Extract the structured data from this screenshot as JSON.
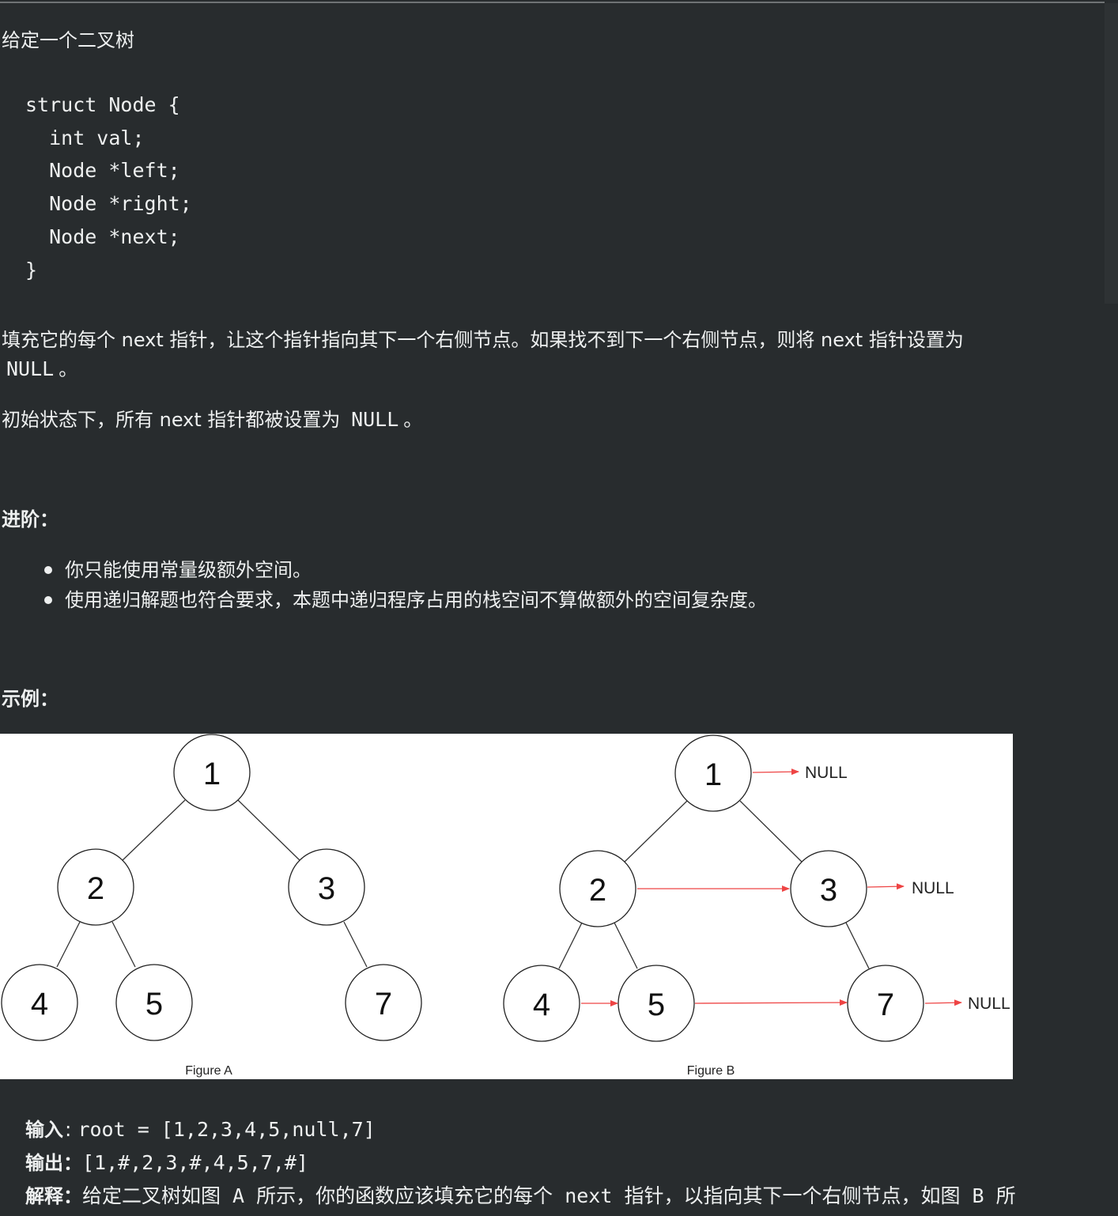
{
  "intro": "给定一个二叉树",
  "code": {
    "lines": [
      "struct Node {",
      "  int val;",
      "  Node *left;",
      "  Node *right;",
      "  Node *next;",
      "}"
    ]
  },
  "description": {
    "line1": "填充它的每个 next 指针，让这个指针指向其下一个右侧节点。如果找不到下一个右侧节点，则将 next 指针设置为",
    "line2_code": "NULL",
    "line2_tail": "。"
  },
  "initial": {
    "text": "初始状态下，所有 next 指针都被设置为",
    "code": "NULL",
    "tail": "。"
  },
  "advanced": {
    "heading": "进阶：",
    "items": [
      "你只能使用常量级额外空间。",
      "使用递归解题也符合要求，本题中递归程序占用的栈空间不算做额外的空间复杂度。"
    ]
  },
  "example": {
    "heading": "示例：",
    "figure": {
      "caption_a": "Figure A",
      "caption_b": "Figure B",
      "null_label": "NULL",
      "nodes": [
        "1",
        "2",
        "3",
        "4",
        "5",
        "7"
      ],
      "next_arrow_color": "#ee4444",
      "edge_color": "#333333"
    },
    "input_label": "输入",
    "input_sep": ":",
    "input_value": "root = [1,2,3,4,5,null,7]",
    "output_label": "输出：",
    "output_value": "[1,#,2,3,#,4,5,7,#]",
    "explain_label": "解释：",
    "explain_text": "给定二叉树如图 A 所示，你的函数应该填充它的每个 next 指针，以指向其下一个右侧节点，如图 B 所"
  },
  "colors": {
    "background": "#282c2e",
    "text": "#eef0f0",
    "rule": "#6f7375"
  }
}
